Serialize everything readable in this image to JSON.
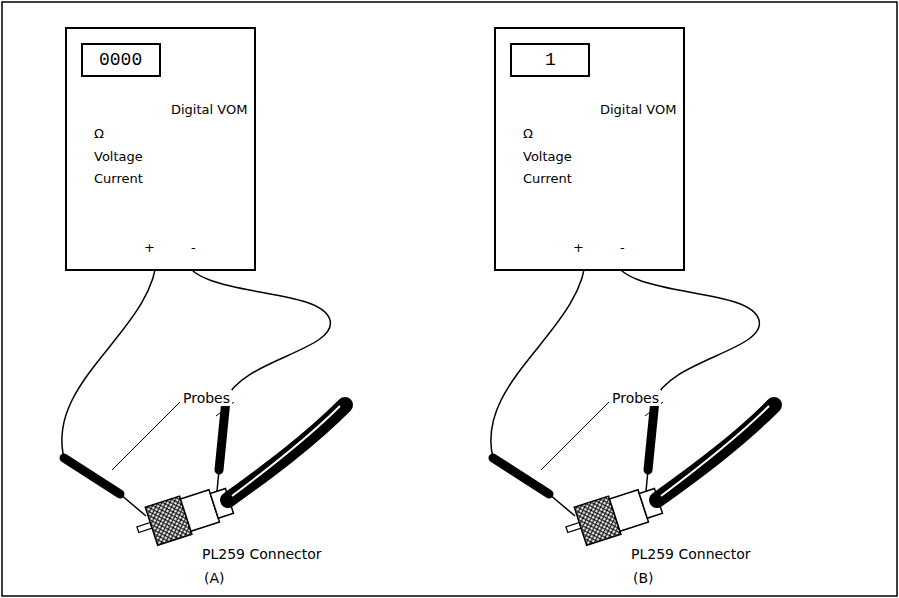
{
  "diagram": {
    "nodes": [
      {
        "text": [
          "Digital VOM",
          "Ω",
          "Voltage",
          "Current",
          "+",
          "-"
        ]
      },
      {
        "text": [
          "0000"
        ],
        "in": 0
      },
      {
        "text": [
          "Digital VOM",
          "Ω",
          "Voltage",
          "Current",
          "+",
          "-"
        ]
      },
      {
        "text": [
          "1"
        ],
        "in": 2
      }
    ],
    "edges": [],
    "labels": [
      "Probes",
      "PL259 Connector",
      "(A)",
      "Probes",
      "PL259 Connector",
      "(B)"
    ]
  }
}
